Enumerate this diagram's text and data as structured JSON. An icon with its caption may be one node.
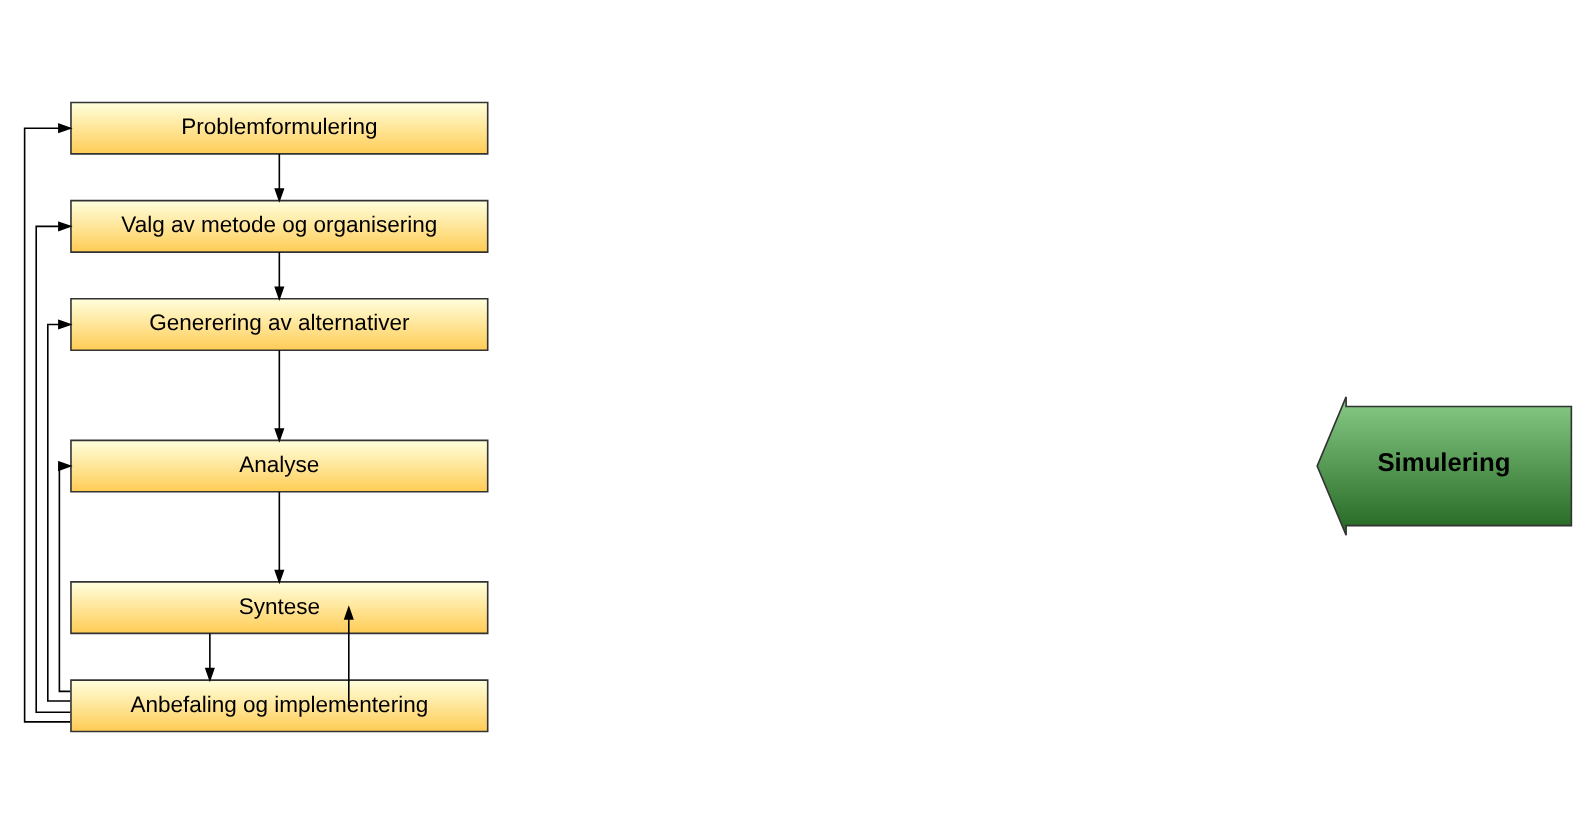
{
  "diagram": {
    "nodes": [
      {
        "text": [
          "Problemformulering"
        ]
      },
      {
        "text": [
          "Valg av metode og organisering"
        ]
      },
      {
        "text": [
          "Generering av alternativer"
        ]
      },
      {
        "text": [
          "Analyse"
        ]
      },
      {
        "text": [
          "Syntese"
        ]
      },
      {
        "text": [
          "Anbefaling og implementering"
        ]
      },
      {
        "text": [
          "Simulering"
        ]
      }
    ],
    "edges": [
      {
        "from": 0,
        "to": 1,
        "arrow": "to"
      },
      {
        "from": 1,
        "to": 2,
        "arrow": "to"
      },
      {
        "from": 2,
        "to": 3,
        "arrow": "to"
      },
      {
        "from": 3,
        "to": 4,
        "arrow": "to"
      },
      {
        "from": 4,
        "to": 5,
        "arrow": "to"
      },
      {
        "from": 5,
        "to": 0,
        "arrow": "to"
      },
      {
        "from": 5,
        "to": 1,
        "arrow": "to"
      },
      {
        "from": 5,
        "to": 2,
        "arrow": "to"
      },
      {
        "from": 5,
        "to": 3,
        "arrow": "to"
      },
      {
        "from": 5,
        "to": 4,
        "arrow": "to"
      }
    ]
  }
}
